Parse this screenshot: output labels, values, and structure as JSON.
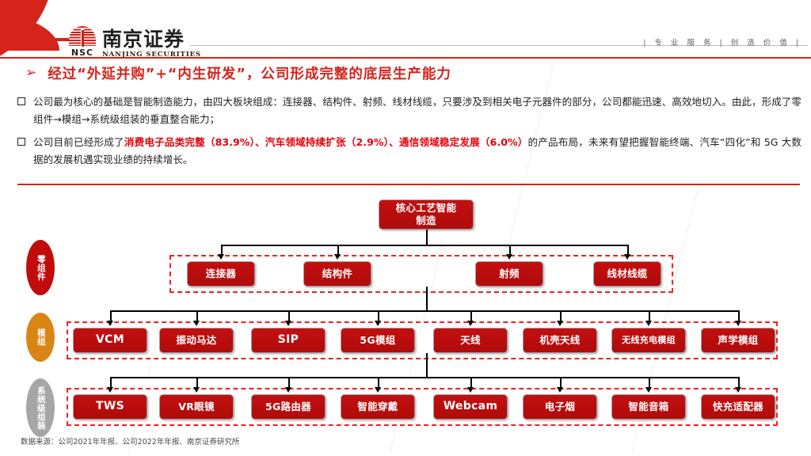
{
  "header": {
    "logo_cn": "南京证券",
    "logo_en": "NANJING SECURITIES",
    "logo_abbr": "NSC",
    "tagline": "| 专 业 服 务 | 创 造 价 值 |",
    "brand_color": "#d5241c"
  },
  "section": {
    "arrow_icon": "➢",
    "title": "经过“外延并购”+“内生研发”，公司形成完整的底层生产能力"
  },
  "bullets": [
    {
      "marker": "□",
      "parts": [
        {
          "text": "公司最为核心的基础是智能制造能力，由四大板块组成：连接器、结构件、射频、线材线缆，只要涉及到相关电子元器件的部分，公司都能迅速、高效地切入。由此，形成了零组件→模组→系统级组装的垂直整合能力；",
          "highlight": false
        }
      ]
    },
    {
      "marker": "□",
      "parts": [
        {
          "text": "公司目前已经形成了",
          "highlight": false
        },
        {
          "text": "消费电子品类完整（83.9%）、汽车领域持续扩张（2.9%）、通信领域稳定发展（6.0%）",
          "highlight": true
        },
        {
          "text": "的产品布局，未来有望把握智能终端、汽车“四化”和 5G 大数据的发展机遇实现业绩的持续增长。",
          "highlight": false
        }
      ]
    }
  ],
  "diagram": {
    "root": {
      "label": "核心工艺智能\n制造"
    },
    "tiers": [
      {
        "pill_label": "零组件",
        "pill_color": "#c10c0c",
        "nodes": [
          "连接器",
          "结构件",
          "射频",
          "线材线缆"
        ]
      },
      {
        "pill_label": "模组",
        "pill_color": "#d98516",
        "nodes": [
          "VCM",
          "振动马达",
          "SIP",
          "5G模组",
          "天线",
          "机壳天线",
          "无线充电模组",
          "声学模组"
        ]
      },
      {
        "pill_label": "系统级组装",
        "pill_color": "#a6a6a6",
        "nodes": [
          "TWS",
          "VR眼镜",
          "5G路由器",
          "智能穿戴",
          "Webcam",
          "电子烟",
          "智能音箱",
          "快充适配器"
        ]
      }
    ]
  },
  "source": "数据来源：公司2021年年报、公司2022年年报、南京证券研究所"
}
